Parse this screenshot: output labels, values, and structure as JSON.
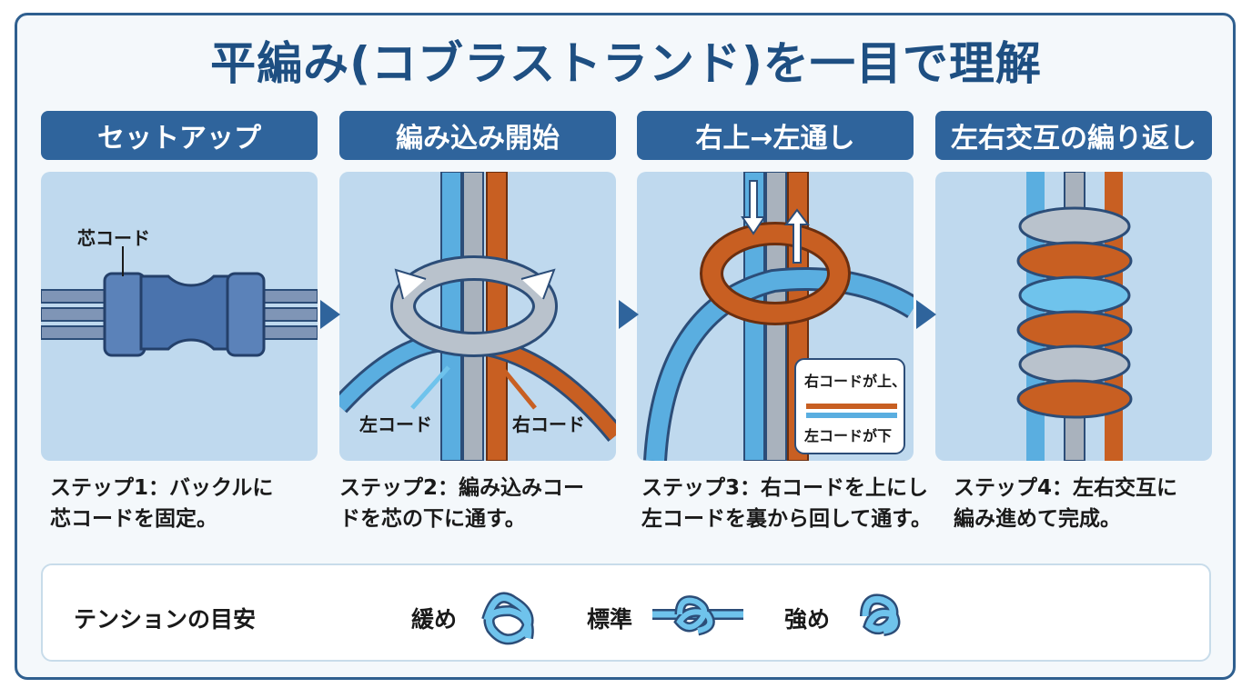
{
  "title": "平編み(コブラストランド)を一目で理解",
  "steps": [
    {
      "heading": "セットアップ",
      "caption_line1": "ステップ1：バックルに",
      "caption_line2": "芯コードを固定。"
    },
    {
      "heading": "編み込み開始",
      "caption_line1": "ステップ2：編み込みコー",
      "caption_line2": "ドを芯の下に通す。"
    },
    {
      "heading": "右上→左通し",
      "caption_line1": "ステップ3：右コードを上にし",
      "caption_line2": "左コードを裏から回して通す。"
    },
    {
      "heading": "左右交互の編り返し",
      "caption_line1": "ステップ4：左右交互に",
      "caption_line2": "編み進めて完成。"
    }
  ],
  "labels": {
    "core_cord": "芯コード",
    "left_cord": "左コード",
    "right_cord": "右コード",
    "callout_top": "右コードが上、",
    "callout_bottom": "左コードが下"
  },
  "tension": {
    "title": "テンションの目安",
    "loose": "緩め",
    "standard": "標準",
    "strong": "強め"
  },
  "colors": {
    "heading_bg": "#2f649c",
    "title": "#1e4f82",
    "panel_bg": "#bfd9ee",
    "left_cord": "#5aaee0",
    "right_cord": "#c85f22",
    "core_cord": "#a9b2bd"
  }
}
